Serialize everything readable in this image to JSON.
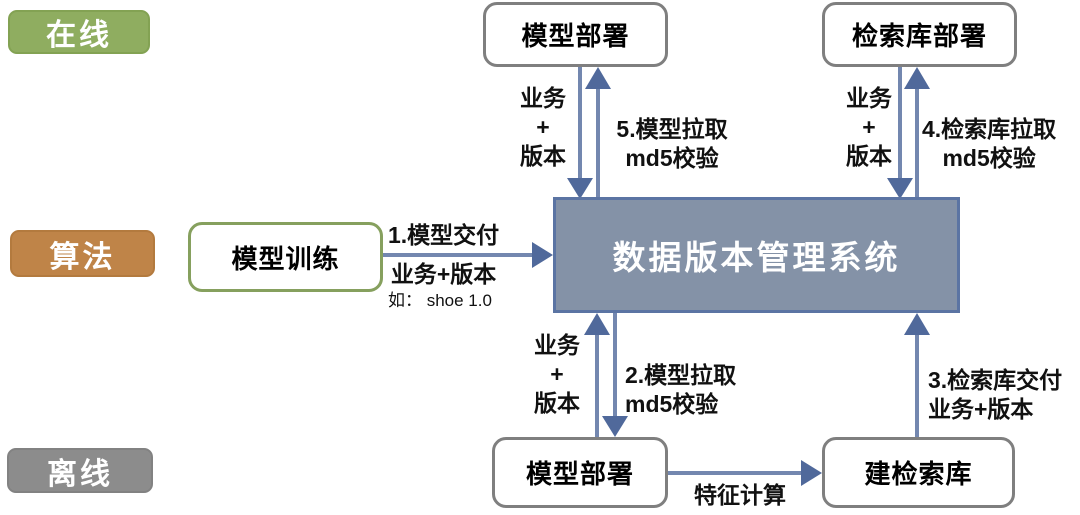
{
  "diagram_title_implied": "数据版本管理系统流程图",
  "colors": {
    "lane_online": "#8fad60",
    "lane_algorithm": "#bf8448",
    "lane_offline": "#8c8c8c",
    "center_node_fill": "#8492a7",
    "center_node_border": "#5b74a3",
    "node_border_gray": "#7f7f7f",
    "node_border_green": "#86a05e",
    "arrow_stem": "#7387af",
    "arrow_head": "#50699b",
    "background": "#ffffff"
  },
  "lanes": {
    "online": "在线",
    "algorithm": "算法",
    "offline": "离线"
  },
  "nodes": {
    "model_deploy_online": "模型部署",
    "index_deploy_online": "检索库部署",
    "model_train": "模型训练",
    "dvms": "数据版本管理系统",
    "model_deploy_offline": "模型部署",
    "build_index": "建检索库"
  },
  "edge_labels": {
    "biz_version_stack": [
      "业务",
      "+",
      "版本"
    ],
    "e1_title": "1.模型交付",
    "e1_sub": "业务+版本",
    "e1_example": "如： shoe 1.0",
    "e2_lines": [
      "2.模型拉取",
      "md5校验"
    ],
    "e3_lines": [
      "3.检索库交付",
      "业务+版本"
    ],
    "e4_lines": [
      "4.检索库拉取",
      "md5校验"
    ],
    "e5_lines": [
      "5.模型拉取",
      "md5校验"
    ],
    "feature_calc": "特征计算"
  }
}
